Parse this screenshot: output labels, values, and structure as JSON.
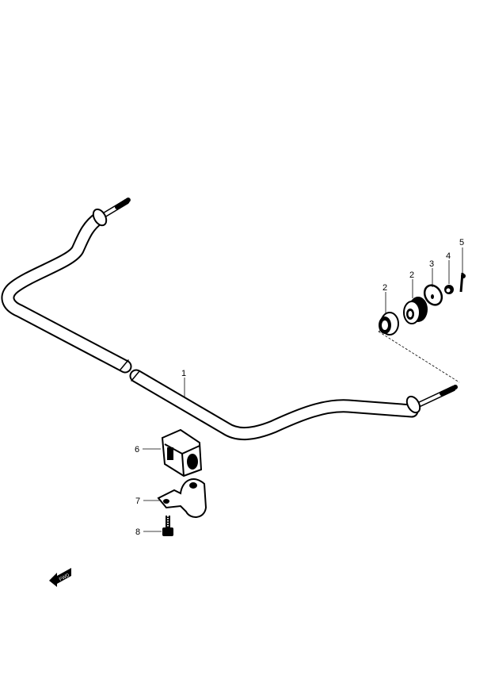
{
  "diagram": {
    "parts": [
      {
        "number": "1",
        "part": "stabilizer-bar"
      },
      {
        "number": "2",
        "part": "bushing-inner"
      },
      {
        "number": "2",
        "part": "bushing-outer"
      },
      {
        "number": "3",
        "part": "washer"
      },
      {
        "number": "4",
        "part": "nut"
      },
      {
        "number": "5",
        "part": "cotter-pin"
      },
      {
        "number": "6",
        "part": "mount-bushing"
      },
      {
        "number": "7",
        "part": "bracket"
      },
      {
        "number": "8",
        "part": "bolt"
      }
    ],
    "direction_arrow": {
      "icon": "forward-arrow-icon",
      "text": "FWD"
    },
    "line_color": "#000000",
    "background": "#ffffff"
  }
}
